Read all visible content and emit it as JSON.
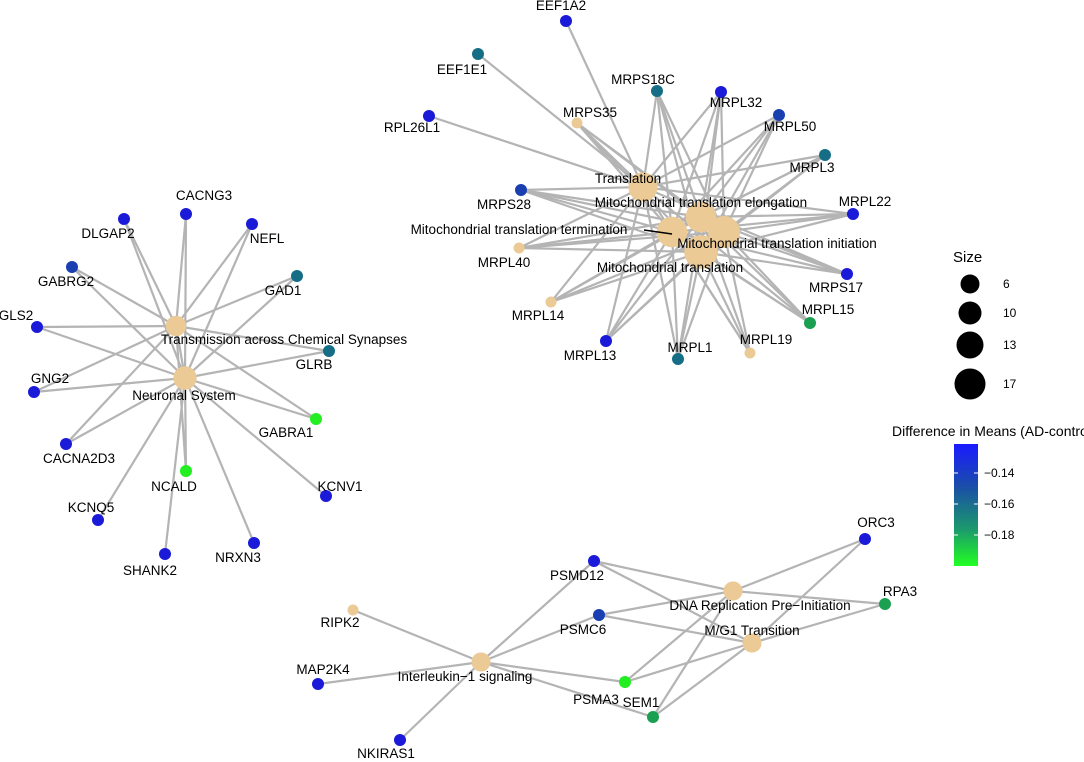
{
  "legend": {
    "size_title": "Size",
    "size_items": [
      {
        "label": "6",
        "value": 6
      },
      {
        "label": "10",
        "value": 10
      },
      {
        "label": "13",
        "value": 13
      },
      {
        "label": "17",
        "value": 17
      }
    ],
    "color_title": "Difference in Means (AD-control)",
    "color_ticks": [
      "−0.14",
      "−0.16",
      "−0.18"
    ],
    "color_stops": [
      "#1a1aff",
      "#1a4ea8",
      "#1b9a6b",
      "#22ff22"
    ]
  },
  "colors": {
    "pathway": "#ecca95",
    "edge": "#b4b4b4",
    "navy": "#1a1ad8",
    "blue2": "#1a3fb0",
    "teal": "#166e86",
    "green": "#1aa050",
    "bright": "#22ee22",
    "tan": "#ecca95"
  },
  "nodes": [
    {
      "id": "tcs",
      "label": "Transmission across Chemical Synapses",
      "type": "pathway",
      "size": 8
    },
    {
      "id": "ns",
      "label": "Neuronal System",
      "type": "pathway",
      "size": 10
    },
    {
      "id": "cacng3",
      "label": "CACNG3",
      "color": "navy"
    },
    {
      "id": "dlgap2",
      "label": "DLGAP2",
      "color": "navy"
    },
    {
      "id": "nefl",
      "label": "NEFL",
      "color": "navy"
    },
    {
      "id": "gabrg2",
      "label": "GABRG2",
      "color": "blue2"
    },
    {
      "id": "gad1",
      "label": "GAD1",
      "color": "teal"
    },
    {
      "id": "gls2",
      "label": "GLS2",
      "color": "navy"
    },
    {
      "id": "glrb",
      "label": "GLRB",
      "color": "teal"
    },
    {
      "id": "gng2",
      "label": "GNG2",
      "color": "navy"
    },
    {
      "id": "gabra1",
      "label": "GABRA1",
      "color": "bright"
    },
    {
      "id": "cacna2d3",
      "label": "CACNA2D3",
      "color": "navy"
    },
    {
      "id": "ncald",
      "label": "NCALD",
      "color": "bright"
    },
    {
      "id": "kcnv1",
      "label": "KCNV1",
      "color": "navy"
    },
    {
      "id": "kcnq5",
      "label": "KCNQ5",
      "color": "navy"
    },
    {
      "id": "shank2",
      "label": "SHANK2",
      "color": "navy"
    },
    {
      "id": "nrxn3",
      "label": "NRXN3",
      "color": "navy"
    },
    {
      "id": "trans",
      "label": "Translation",
      "type": "pathway",
      "size": 14
    },
    {
      "id": "mte",
      "label": "Mitochondrial translation elongation",
      "type": "pathway",
      "size": 15
    },
    {
      "id": "mtt",
      "label": "Mitochondrial translation termination",
      "type": "pathway",
      "size": 15
    },
    {
      "id": "mti",
      "label": "Mitochondrial translation initiation",
      "type": "pathway",
      "size": 16
    },
    {
      "id": "mt",
      "label": "Mitochondrial translation",
      "type": "pathway",
      "size": 17
    },
    {
      "id": "eef1a2",
      "label": "EEF1A2",
      "color": "navy"
    },
    {
      "id": "eef1e1",
      "label": "EEF1E1",
      "color": "teal"
    },
    {
      "id": "mrps18c",
      "label": "MRPS18C",
      "color": "teal"
    },
    {
      "id": "mrps35",
      "label": "MRPS35",
      "color": "tan"
    },
    {
      "id": "mrpl32",
      "label": "MRPL32",
      "color": "navy"
    },
    {
      "id": "rpl26l1",
      "label": "RPL26L1",
      "color": "navy"
    },
    {
      "id": "mrpl50",
      "label": "MRPL50",
      "color": "blue2"
    },
    {
      "id": "mrpl3",
      "label": "MRPL3",
      "color": "teal"
    },
    {
      "id": "mrps28",
      "label": "MRPS28",
      "color": "blue2"
    },
    {
      "id": "mrpl22",
      "label": "MRPL22",
      "color": "navy"
    },
    {
      "id": "mrpl40",
      "label": "MRPL40",
      "color": "tan"
    },
    {
      "id": "mrps17",
      "label": "MRPS17",
      "color": "navy"
    },
    {
      "id": "mrpl15",
      "label": "MRPL15",
      "color": "green"
    },
    {
      "id": "mrpl14",
      "label": "MRPL14",
      "color": "tan"
    },
    {
      "id": "mrpl13",
      "label": "MRPL13",
      "color": "navy"
    },
    {
      "id": "mrpl1",
      "label": "MRPL1",
      "color": "teal"
    },
    {
      "id": "mrpl19",
      "label": "MRPL19",
      "color": "tan"
    },
    {
      "id": "dnarep",
      "label": "DNA Replication Pre−Initiation",
      "type": "pathway",
      "size": 7
    },
    {
      "id": "mg1",
      "label": "M/G1 Transition",
      "type": "pathway",
      "size": 7
    },
    {
      "id": "il1",
      "label": "Interleukin−1 signaling",
      "type": "pathway",
      "size": 7
    },
    {
      "id": "orc3",
      "label": "ORC3",
      "color": "navy"
    },
    {
      "id": "psmd12",
      "label": "PSMD12",
      "color": "navy"
    },
    {
      "id": "rpa3",
      "label": "RPA3",
      "color": "green"
    },
    {
      "id": "psmc6",
      "label": "PSMC6",
      "color": "blue2"
    },
    {
      "id": "ripk2",
      "label": "RIPK2",
      "color": "tan"
    },
    {
      "id": "map2k4",
      "label": "MAP2K4",
      "color": "navy"
    },
    {
      "id": "psma3",
      "label": "PSMA3",
      "color": "bright"
    },
    {
      "id": "sem1",
      "label": "SEM1",
      "color": "green"
    },
    {
      "id": "nkiras1",
      "label": "NKIRAS1",
      "color": "navy"
    }
  ],
  "edges": [
    [
      "tcs",
      "cacng3"
    ],
    [
      "tcs",
      "dlgap2"
    ],
    [
      "tcs",
      "nefl"
    ],
    [
      "tcs",
      "gabrg2"
    ],
    [
      "tcs",
      "gad1"
    ],
    [
      "tcs",
      "gls2"
    ],
    [
      "tcs",
      "glrb"
    ],
    [
      "tcs",
      "gng2"
    ],
    [
      "tcs",
      "gabra1"
    ],
    [
      "tcs",
      "cacna2d3"
    ],
    [
      "tcs",
      "ncald"
    ],
    [
      "ns",
      "cacng3"
    ],
    [
      "ns",
      "dlgap2"
    ],
    [
      "ns",
      "nefl"
    ],
    [
      "ns",
      "gabrg2"
    ],
    [
      "ns",
      "gad1"
    ],
    [
      "ns",
      "gls2"
    ],
    [
      "ns",
      "glrb"
    ],
    [
      "ns",
      "gng2"
    ],
    [
      "ns",
      "gabra1"
    ],
    [
      "ns",
      "cacna2d3"
    ],
    [
      "ns",
      "ncald"
    ],
    [
      "ns",
      "kcnv1"
    ],
    [
      "ns",
      "kcnq5"
    ],
    [
      "ns",
      "shank2"
    ],
    [
      "ns",
      "nrxn3"
    ],
    [
      "ns",
      "tcs"
    ],
    [
      "trans",
      "eef1a2"
    ],
    [
      "trans",
      "eef1e1"
    ],
    [
      "trans",
      "rpl26l1"
    ],
    [
      "trans",
      "mrps35"
    ],
    [
      "trans",
      "mrps18c"
    ],
    [
      "trans",
      "mrpl32"
    ],
    [
      "trans",
      "mrpl50"
    ],
    [
      "trans",
      "mrpl3"
    ],
    [
      "trans",
      "mrps28"
    ],
    [
      "trans",
      "mrpl22"
    ],
    [
      "trans",
      "mrpl40"
    ],
    [
      "trans",
      "mrps17"
    ],
    [
      "trans",
      "mrpl15"
    ],
    [
      "trans",
      "mrpl14"
    ],
    [
      "trans",
      "mrpl13"
    ],
    [
      "trans",
      "mrpl1"
    ],
    [
      "trans",
      "mrpl19"
    ],
    [
      "mte",
      "mrps35"
    ],
    [
      "mte",
      "mrps18c"
    ],
    [
      "mte",
      "mrpl32"
    ],
    [
      "mte",
      "mrpl50"
    ],
    [
      "mte",
      "mrpl3"
    ],
    [
      "mte",
      "mrps28"
    ],
    [
      "mte",
      "mrpl22"
    ],
    [
      "mte",
      "mrpl40"
    ],
    [
      "mte",
      "mrps17"
    ],
    [
      "mte",
      "mrpl15"
    ],
    [
      "mte",
      "mrpl14"
    ],
    [
      "mte",
      "mrpl13"
    ],
    [
      "mte",
      "mrpl1"
    ],
    [
      "mte",
      "mrpl19"
    ],
    [
      "mtt",
      "mrps35"
    ],
    [
      "mtt",
      "mrps18c"
    ],
    [
      "mtt",
      "mrpl32"
    ],
    [
      "mtt",
      "mrpl50"
    ],
    [
      "mtt",
      "mrpl3"
    ],
    [
      "mtt",
      "mrps28"
    ],
    [
      "mtt",
      "mrpl22"
    ],
    [
      "mtt",
      "mrpl40"
    ],
    [
      "mtt",
      "mrps17"
    ],
    [
      "mtt",
      "mrpl15"
    ],
    [
      "mtt",
      "mrpl14"
    ],
    [
      "mtt",
      "mrpl13"
    ],
    [
      "mtt",
      "mrpl1"
    ],
    [
      "mtt",
      "mrpl19"
    ],
    [
      "mti",
      "mrps35"
    ],
    [
      "mti",
      "mrps18c"
    ],
    [
      "mti",
      "mrpl32"
    ],
    [
      "mti",
      "mrpl50"
    ],
    [
      "mti",
      "mrpl3"
    ],
    [
      "mti",
      "mrps28"
    ],
    [
      "mti",
      "mrpl22"
    ],
    [
      "mti",
      "mrpl40"
    ],
    [
      "mti",
      "mrps17"
    ],
    [
      "mti",
      "mrpl15"
    ],
    [
      "mti",
      "mrpl14"
    ],
    [
      "mti",
      "mrpl13"
    ],
    [
      "mti",
      "mrpl1"
    ],
    [
      "mti",
      "mrpl19"
    ],
    [
      "mt",
      "mrps35"
    ],
    [
      "mt",
      "mrps18c"
    ],
    [
      "mt",
      "mrpl32"
    ],
    [
      "mt",
      "mrpl50"
    ],
    [
      "mt",
      "mrpl3"
    ],
    [
      "mt",
      "mrps28"
    ],
    [
      "mt",
      "mrpl22"
    ],
    [
      "mt",
      "mrpl40"
    ],
    [
      "mt",
      "mrps17"
    ],
    [
      "mt",
      "mrpl15"
    ],
    [
      "mt",
      "mrpl14"
    ],
    [
      "mt",
      "mrpl13"
    ],
    [
      "mt",
      "mrpl1"
    ],
    [
      "mt",
      "mrpl19"
    ],
    [
      "dnarep",
      "orc3"
    ],
    [
      "dnarep",
      "psmd12"
    ],
    [
      "dnarep",
      "rpa3"
    ],
    [
      "dnarep",
      "psmc6"
    ],
    [
      "dnarep",
      "psma3"
    ],
    [
      "dnarep",
      "sem1"
    ],
    [
      "mg1",
      "orc3"
    ],
    [
      "mg1",
      "psmd12"
    ],
    [
      "mg1",
      "rpa3"
    ],
    [
      "mg1",
      "psmc6"
    ],
    [
      "mg1",
      "psma3"
    ],
    [
      "mg1",
      "sem1"
    ],
    [
      "il1",
      "ripk2"
    ],
    [
      "il1",
      "map2k4"
    ],
    [
      "il1",
      "nkiras1"
    ],
    [
      "il1",
      "psmd12"
    ],
    [
      "il1",
      "psmc6"
    ],
    [
      "il1",
      "psma3"
    ],
    [
      "il1",
      "sem1"
    ]
  ]
}
